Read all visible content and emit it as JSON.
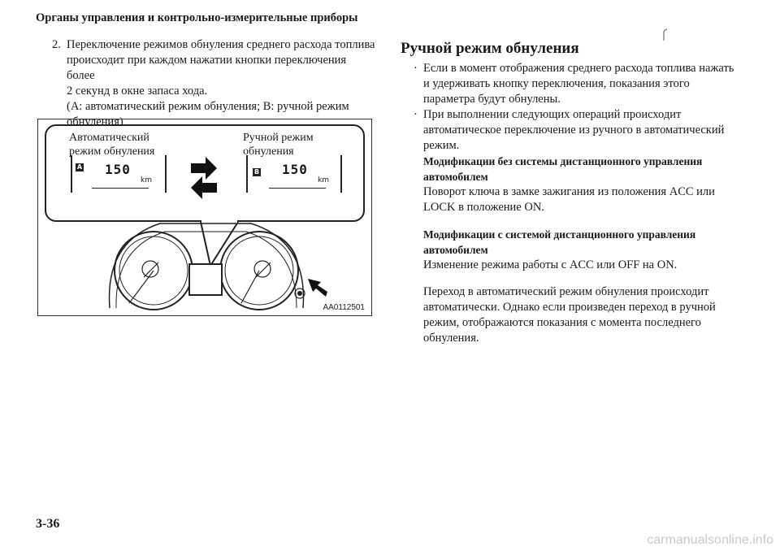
{
  "header": {
    "title": "Органы управления и контрольно-измерительные приборы"
  },
  "left": {
    "item_number": "2.",
    "item_lines": [
      "Переключение режимов обнуления среднего расхода топлива",
      "происходит при каждом нажатии кнопки переключения более",
      "2 секунд в окне запаса хода.",
      "(A: автоматический режим обнуления; B: ручной режим",
      "обнуления)"
    ]
  },
  "figure": {
    "label_auto_line1": "Автоматический",
    "label_auto_line2": "режим обнуления",
    "label_manual_line1": "Ручной режим",
    "label_manual_line2": "обнуления",
    "badge_a": "A",
    "badge_b": "B",
    "display_value": "150",
    "display_unit": "km",
    "code": "AA0112501"
  },
  "right": {
    "title": "Ручной режим обнуления",
    "bullet1_lines": [
      "Если в момент отображения среднего расхода топлива нажать",
      "и удерживать кнопку переключения, показания этого",
      "параметра будут обнулены."
    ],
    "bullet2_lines": [
      "При выполнении следующих операций происходит",
      "автоматическое переключение из ручного в автоматический",
      "режим."
    ],
    "sub1_lines": [
      "Модификации без системы дистанционного управления",
      "автомобилем"
    ],
    "sub1_text_lines": [
      "Поворот ключа в замке зажигания из положения ACC или",
      "LOCK в положение ON."
    ],
    "sub2_lines": [
      "Модификации с системой дистанционного управления",
      "автомобилем"
    ],
    "sub2_text": "Изменение режима работы с ACC или OFF на ON.",
    "final_lines": [
      "Переход в автоматический режим обнуления происходит",
      "автоматически. Однако если произведен переход в ручной",
      "режим, отображаются показания с момента последнего",
      "обнуления."
    ]
  },
  "footer": {
    "page_number": "3-36",
    "watermark": "carmanualsonline.info"
  }
}
